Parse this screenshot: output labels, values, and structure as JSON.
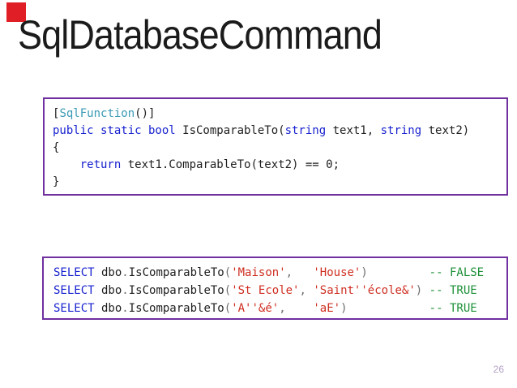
{
  "slide": {
    "title": "SqlDatabaseCommand",
    "page_number": "26",
    "colors": {
      "accent_red": "#e01e25",
      "border_purple": "#7030a0",
      "title": "#1b1b1b",
      "keyword": "#1822cf",
      "type": "#3a9ab5",
      "string": "#cf2e21",
      "comment": "#1d9038",
      "plain": "#1e1e1e",
      "punct": "#6e6e6e",
      "page_number": "#b3a2c7"
    }
  },
  "code_blocks": [
    {
      "name": "csharp-function",
      "language": "csharp",
      "lines": [
        [
          {
            "t": "[",
            "c": "p"
          },
          {
            "t": "SqlFunction",
            "c": "t"
          },
          {
            "t": "()]",
            "c": "p"
          }
        ],
        [
          {
            "t": "public static bool",
            "c": "k"
          },
          {
            "t": " IsComparableTo(",
            "c": "p"
          },
          {
            "t": "string",
            "c": "k"
          },
          {
            "t": " text1, ",
            "c": "p"
          },
          {
            "t": "string",
            "c": "k"
          },
          {
            "t": " text2)",
            "c": "p"
          }
        ],
        [
          {
            "t": "{",
            "c": "p"
          }
        ],
        [
          {
            "t": "    ",
            "c": "p"
          },
          {
            "t": "return",
            "c": "k"
          },
          {
            "t": " text1.ComparableTo(text2) == 0;",
            "c": "p"
          }
        ],
        [
          {
            "t": "}",
            "c": "p"
          }
        ]
      ]
    },
    {
      "name": "sql-select-examples",
      "language": "sql",
      "lines": [
        [
          {
            "t": "SELECT",
            "c": "k"
          },
          {
            "t": " dbo",
            "c": "p"
          },
          {
            "t": ".",
            "c": "g"
          },
          {
            "t": "IsComparableTo",
            "c": "p"
          },
          {
            "t": "(",
            "c": "g"
          },
          {
            "t": "'Maison'",
            "c": "s"
          },
          {
            "t": ",",
            "c": "g"
          },
          {
            "t": "   ",
            "c": "p"
          },
          {
            "t": "'House'",
            "c": "s"
          },
          {
            "t": ")",
            "c": "g"
          },
          {
            "t": "         ",
            "c": "p"
          },
          {
            "t": "-- FALSE",
            "c": "c"
          }
        ],
        [
          {
            "t": "SELECT",
            "c": "k"
          },
          {
            "t": " dbo",
            "c": "p"
          },
          {
            "t": ".",
            "c": "g"
          },
          {
            "t": "IsComparableTo",
            "c": "p"
          },
          {
            "t": "(",
            "c": "g"
          },
          {
            "t": "'St Ecole'",
            "c": "s"
          },
          {
            "t": ",",
            "c": "g"
          },
          {
            "t": " ",
            "c": "p"
          },
          {
            "t": "'Saint''école&'",
            "c": "s"
          },
          {
            "t": ")",
            "c": "g"
          },
          {
            "t": " ",
            "c": "p"
          },
          {
            "t": "-- TRUE",
            "c": "c"
          }
        ],
        [
          {
            "t": "SELECT",
            "c": "k"
          },
          {
            "t": " dbo",
            "c": "p"
          },
          {
            "t": ".",
            "c": "g"
          },
          {
            "t": "IsComparableTo",
            "c": "p"
          },
          {
            "t": "(",
            "c": "g"
          },
          {
            "t": "'A''&é'",
            "c": "s"
          },
          {
            "t": ",",
            "c": "g"
          },
          {
            "t": "    ",
            "c": "p"
          },
          {
            "t": "'aE'",
            "c": "s"
          },
          {
            "t": ")",
            "c": "g"
          },
          {
            "t": "            ",
            "c": "p"
          },
          {
            "t": "-- TRUE",
            "c": "c"
          }
        ]
      ]
    }
  ]
}
